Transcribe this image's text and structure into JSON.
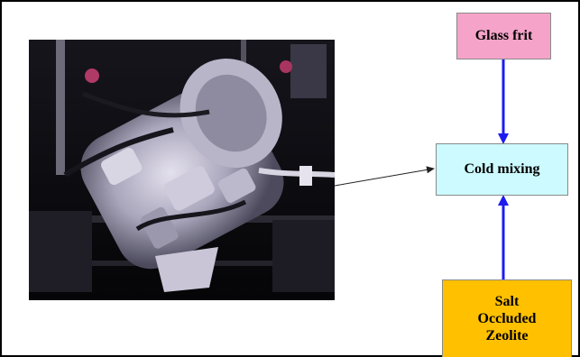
{
  "diagram": {
    "photo": {
      "subject": "hot isostatic press / mixing vessel machinery photograph"
    },
    "nodes": {
      "glass_frit": {
        "label": "Glass frit",
        "fill": "#f5a3c9"
      },
      "cold_mixing": {
        "label": "Cold mixing",
        "fill": "#ccfaff"
      },
      "salt_zeolite": {
        "lines": [
          "Salt",
          "Occluded",
          "Zeolite"
        ],
        "fill": "#ffc000"
      }
    },
    "arrows": {
      "main_color": "#1c1cf0",
      "pointer_color": "#222222"
    }
  }
}
